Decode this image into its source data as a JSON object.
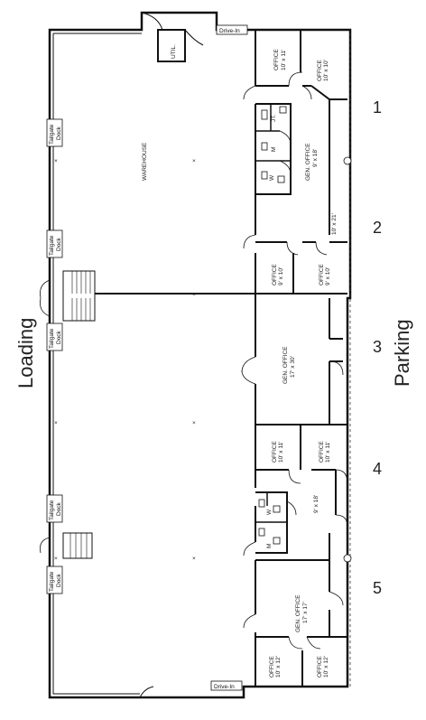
{
  "side_labels": {
    "left": "Loading",
    "right": "Parking"
  },
  "unit_numbers": [
    "1",
    "2",
    "3",
    "4",
    "5"
  ],
  "tags": {
    "drive_in_top": "Drive-In",
    "drive_in_bottom": "Drive-In"
  },
  "docks": [
    {
      "line1": "Tailgate",
      "line2": "Dock"
    },
    {
      "line1": "Tailgate",
      "line2": "Dock"
    },
    {
      "line1": "Tailgate",
      "line2": "Dock"
    },
    {
      "line1": "Tailgate",
      "line2": "Dock"
    },
    {
      "line1": "Tailgate",
      "line2": "Dock"
    }
  ],
  "rooms": {
    "util": "UTIL.",
    "warehouse": "WAREHOUSE",
    "jt": "JT.",
    "m1": "M",
    "w1": "W",
    "office_top_a": {
      "name": "OFFICE",
      "size": "10' x 11'"
    },
    "office_top_b": {
      "name": "OFFICE",
      "size": "10' x 10'"
    },
    "gen_office_1": {
      "name": "GEN. OFFICE",
      "size": "9' x 18'"
    },
    "dim_10x21": "10' x 21'",
    "office_2a": {
      "name": "OFFICE",
      "size": "9' x 10'"
    },
    "office_2b": {
      "name": "OFFICE",
      "size": "9' x 10'"
    },
    "gen_office_3": {
      "name": "GEN. OFFICE",
      "size": "17' x 30'"
    },
    "office_4a": {
      "name": "OFFICE",
      "size": "10' x 11'"
    },
    "office_4b": {
      "name": "OFFICE",
      "size": "10' x 11'"
    },
    "dim_9x18": "9' x 18'",
    "w2": "W",
    "m2": "M",
    "gen_office_5": {
      "name": "GEN. OFFICE",
      "size": "17' x 17'"
    },
    "office_5a": {
      "name": "OFFICE",
      "size": "10' x 12'"
    },
    "office_5b": {
      "name": "OFFICE",
      "size": "10' x 12'"
    }
  }
}
